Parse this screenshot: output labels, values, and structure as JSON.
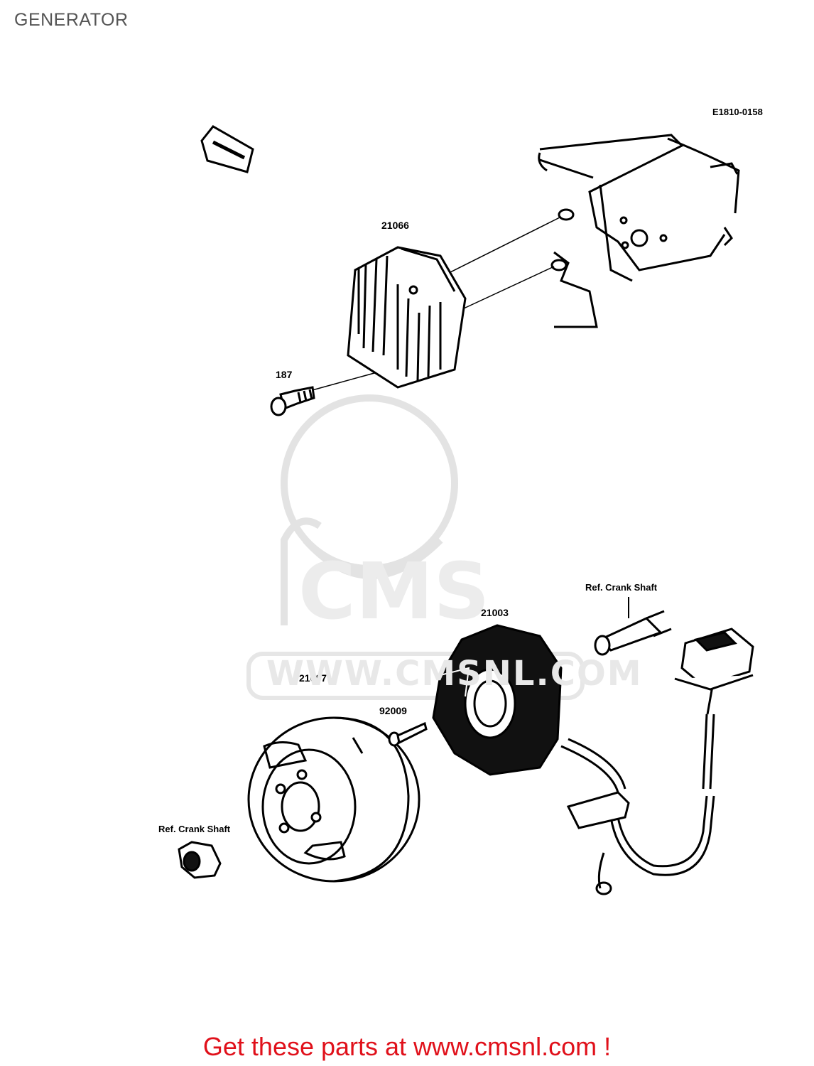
{
  "header": {
    "title": "GENERATOR"
  },
  "diagram": {
    "id": "E1810-0158",
    "parts": [
      {
        "number": "21066"
      },
      {
        "number": "187"
      },
      {
        "number": "21003"
      },
      {
        "number": "21007"
      },
      {
        "number": "92009"
      }
    ],
    "references": [
      {
        "text": "Ref. Crank Shaft"
      },
      {
        "text": "Ref. Crank Shaft"
      }
    ],
    "watermark": {
      "text": "WWW.CMSNL.COM"
    }
  },
  "footer": {
    "cta": "Get these parts at www.cmsnl.com !"
  },
  "colors": {
    "cta": "#e0101a",
    "title": "#555555",
    "watermark": "#e8e8e8",
    "ink": "#000000"
  }
}
